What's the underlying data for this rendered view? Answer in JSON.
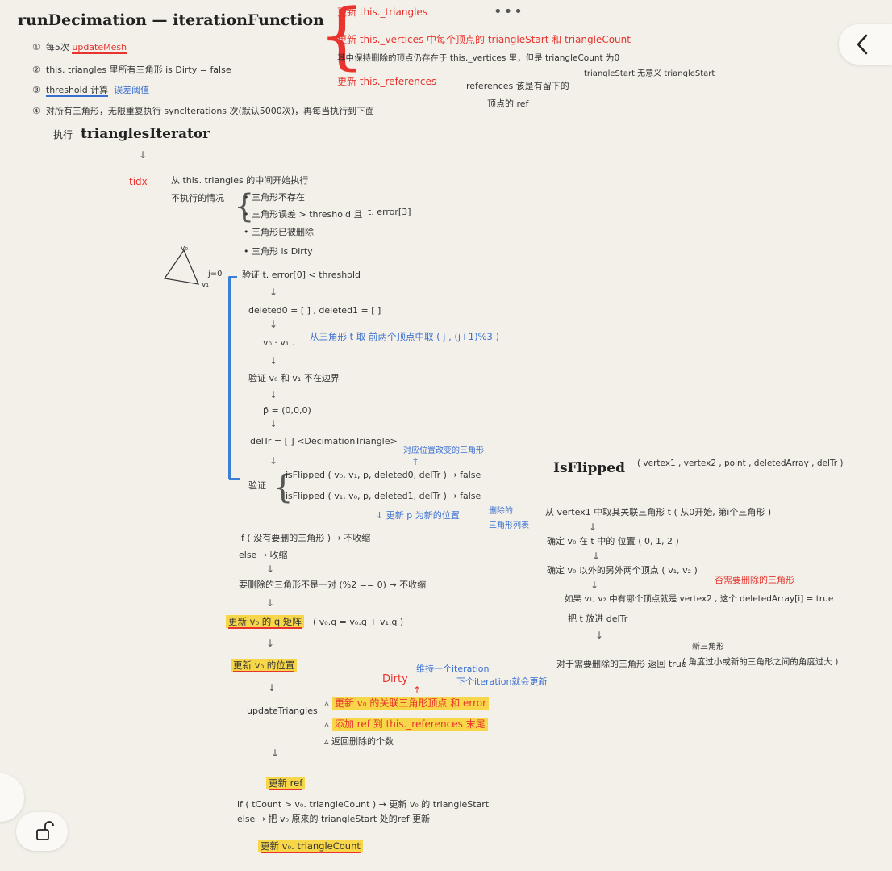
{
  "title": "runDecimation — iterationFunction",
  "steps": [
    {
      "num": "①",
      "text": "每5次 ",
      "link": "updateMesh"
    },
    {
      "num": "②",
      "text": "this. triangles 里所有三角形 is Dirty = false"
    },
    {
      "num": "③",
      "text": "",
      "link": "threshold 计算",
      "note": "误差阈值"
    },
    {
      "num": "④",
      "text": "对所有三角形，无限重复执行 syncIterations 次(默认5000次)，再每当执行到下面"
    }
  ],
  "top_right": {
    "line1": "更新 this._triangles",
    "line2": "更新 this._vertices 中每个顶点的 triangleStart 和 triangleCount",
    "line3": "其中保持删除的顶点仍存在于 this._vertices 里，但是 triangleCount 为0",
    "line3b": "triangleStart 无意义 triangleStart",
    "line4": "更新 this._references",
    "line4b": "references 该是有留下的",
    "line4c": "顶点的 ref"
  },
  "exec_label": "执行",
  "triangles_iterator": "trianglesIterator",
  "tidx": "tidx",
  "tidx_note1": "从 this. triangles 的中间开始执行",
  "tidx_note2": "不执行的情况",
  "skip_cases": [
    "三角形不存在",
    "三角形误差 > threshold 且",
    "三角形已被删除",
    "三角形 is Dirty"
  ],
  "t_error": "t. error[3]",
  "v0": "v₀",
  "v1": "v₁",
  "j0": "j=0",
  "flow": {
    "verify1": "验证 t. error[0] < threshold",
    "deleted": "deleted0 = [ ] , deleted1 = [ ]",
    "v0v1": "v₀ · v₁ .",
    "v0v1_note": "从三角形 t 取 前两个顶点中取 ( j , (j+1)%3 )",
    "verify2": "验证 v₀ 和 v₁ 不在边界",
    "p": "p̄ = (0,0,0)",
    "deltr": "delTr = [ ]  <DecimationTriangle>",
    "deltr_note": "对应位置改变的三角形",
    "verify3_label": "验证",
    "isflip1": "isFlipped ( v₀, v₁, p, deleted0, delTr ) → false",
    "isflip2": "isFlipped ( v₁, v₀, p, deleted1, delTr ) → false",
    "isflip_note1": "↓ 更新 p 为新的位置",
    "isflip_note2": "删除的",
    "isflip_note3": "三角形列表",
    "if_line": "if ( 没有要删的三角形 ) → 不收缩",
    "else_line": "else → 收缩",
    "remove_line": "要删除的三角形不是一对 (%2 == 0) → 不收缩",
    "update_q": "更新 v₀ 的 q 矩阵",
    "update_q_note": "( v₀.q = v₀.q + v₁.q )",
    "update_pos": "更新 v₀ 的位置",
    "dirty": "Dirty",
    "dirty_note1": "维持一个iteration",
    "dirty_note2": "下个iteration就会更新",
    "update_triangles": "updateTriangles",
    "ut1": "更新 v₀ 的关联三角形顶点 和 error",
    "ut2": "添加 ref 到 this._references 末尾",
    "ut3": "返回删除的个数",
    "update_ref": "更新 ref",
    "if_tcount": "if ( tCount > v₀. triangleCount ) → 更新 v₀ 的 triangleStart",
    "else_tcount": "else → 把 v₀ 原来的 triangleStart 处的ref 更新",
    "update_count": "更新 v₀. triangleCount"
  },
  "isflipped": {
    "title": "IsFlipped",
    "params": "( vertex1 , vertex2 , point , deletedArray , delTr )",
    "s1": "从 vertex1 中取其关联三角形 t ( 从0开始, 第i个三角形 )",
    "s2": "确定 v₀ 在 t 中的 位置 ( 0, 1, 2 )",
    "s3": "确定 v₀ 以外的另外两个顶点 ( v₁, v₂ )",
    "s3_note": "否需要删除的三角形",
    "s4": "如果 v₁, v₂ 中有哪个顶点就是 vertex2 , 这个 deletedArray[i] = true",
    "s5": "把 t 放进 delTr",
    "s6": "对于需要删除的三角形 返回 true",
    "s6_note": "( 角度过小或新的三角形之间的角度过大 )",
    "s6_note_top": "新三角形"
  },
  "ui": {
    "back_icon": "chevron-left-icon",
    "lock_icon": "unlock-icon",
    "menu_icon": "more-dots-icon"
  }
}
